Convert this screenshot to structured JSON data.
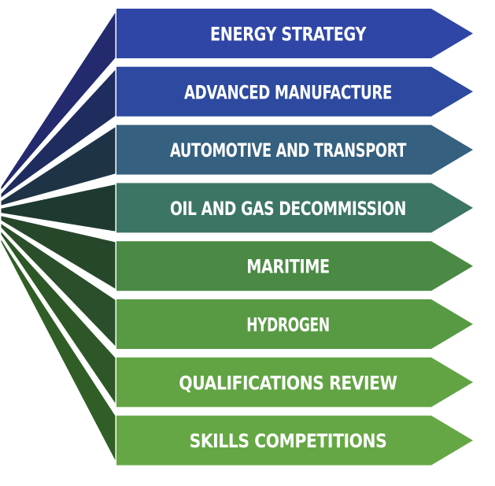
{
  "items": [
    {
      "label": "ENERGY STRATEGY",
      "front": "#2f46a6",
      "side": "#232a6e"
    },
    {
      "label": "ADVANCED MANUFACTURE",
      "front": "#2d4aa0",
      "side": "#1f2c5e"
    },
    {
      "label": "AUTOMOTIVE AND TRANSPORT",
      "front": "#35607f",
      "side": "#1f3346"
    },
    {
      "label": "OIL AND GAS DECOMMISSION",
      "front": "#3c7566",
      "side": "#1e3a30"
    },
    {
      "label": "MARITIME",
      "front": "#4a8a44",
      "side": "#27472a"
    },
    {
      "label": "HYDROGEN",
      "front": "#589a44",
      "side": "#2b4f2a"
    },
    {
      "label": "QUALIFICATIONS REVIEW",
      "front": "#62a444",
      "side": "#2e5727"
    },
    {
      "label": "SKILLS COMPETITIONS",
      "front": "#65a744",
      "side": "#315e27"
    }
  ]
}
